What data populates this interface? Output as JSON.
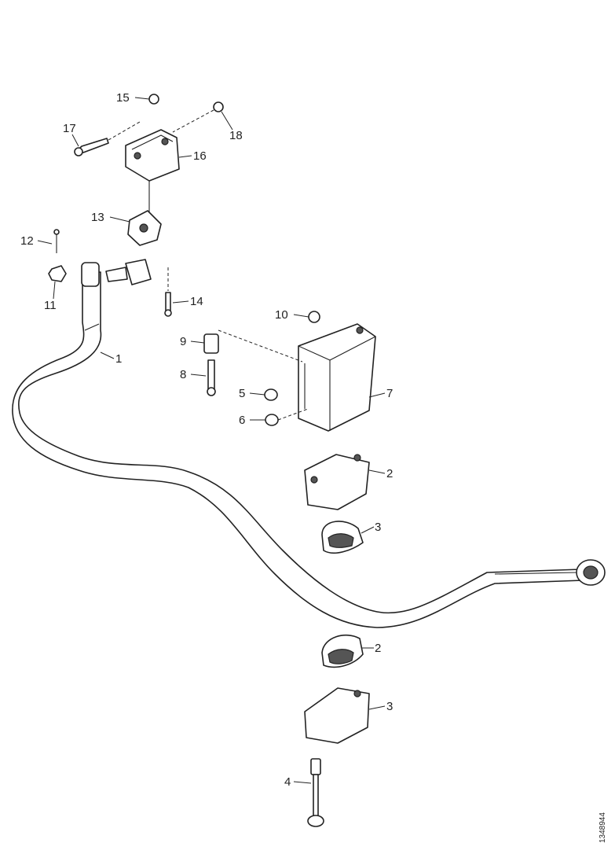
{
  "drawing_code": "1348944",
  "callouts": [
    "1",
    "2",
    "3",
    "4",
    "5",
    "6",
    "7",
    "8",
    "9",
    "10",
    "11",
    "12",
    "13",
    "14",
    "15",
    "16",
    "17",
    "18",
    "2",
    "3"
  ]
}
